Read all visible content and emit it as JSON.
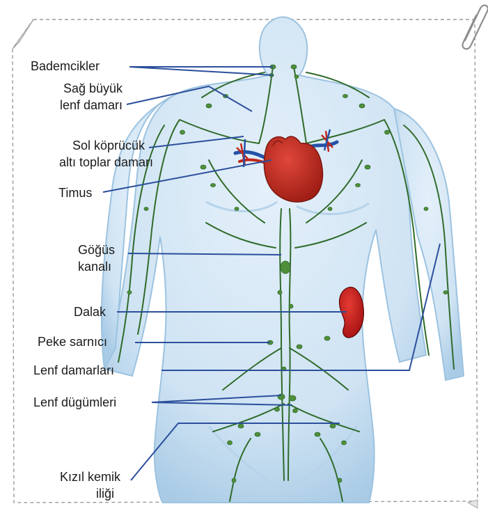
{
  "labels": {
    "bademcikler": "Bademcikler",
    "sag_buyuk_1": "Sağ büyük",
    "sag_buyuk_2": "lenf damarı",
    "sol_kopru_1": "Sol köprücük",
    "sol_kopru_2": "altı toplar damarı",
    "timus": "Timus",
    "gogus_1": "Göğüs",
    "gogus_2": "kanalı",
    "dalak": "Dalak",
    "peke": "Peke sarnıcı",
    "lenf_damarlari": "Lenf damarları",
    "lenf_dugumleri": "Lenf dügümleri",
    "kizil_1": "Kızıl kemik",
    "kizil_2": "iliği"
  },
  "colors": {
    "leader_line": "#2b4f9c",
    "lymph_vessel": "#2f6b2a",
    "lymph_node": "#4f8f3a",
    "body_fill": "#cfe3f3",
    "body_edge": "#9cc3e0",
    "heart": "#c0281c",
    "spleen": "#c41a1a",
    "card_border": "#9a9a9a"
  },
  "icons": {
    "clip": "paperclip-icon"
  }
}
